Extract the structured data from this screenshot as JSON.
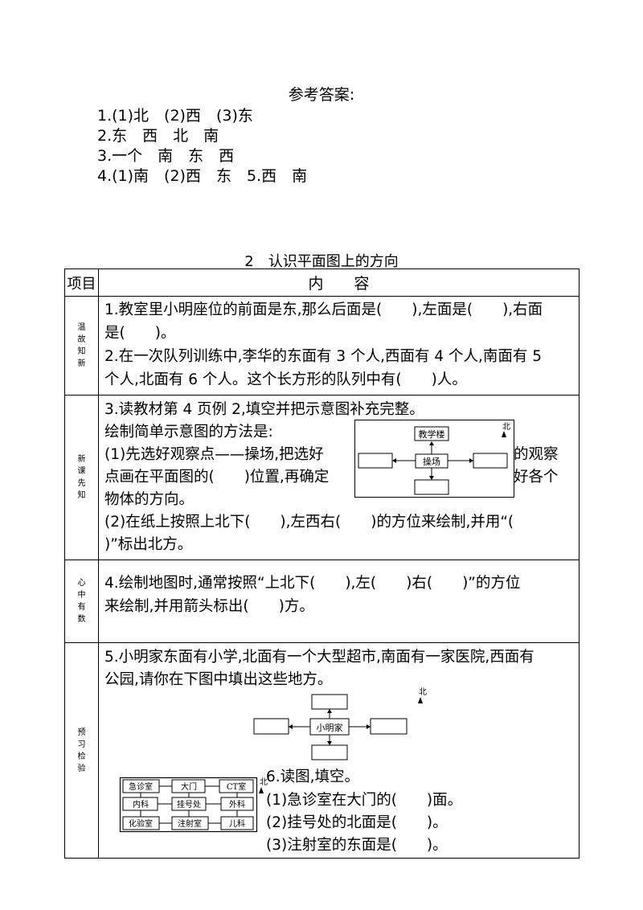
{
  "answers": {
    "title": "参考答案:",
    "lines": [
      "1.(1)北　(2)西　(3)东",
      "2.东　西　北　南",
      "3.一个　南　东　西",
      "4.(1)南　(2)西　东　5.西　南"
    ]
  },
  "section_title": "2　认识平面图上的方向",
  "table": {
    "header": {
      "col1": "项目",
      "col2": "内　　容"
    },
    "rows": [
      {
        "category": [
          "温",
          "故",
          "知",
          "新"
        ],
        "lines": [
          "1.教室里小明座位的前面是东,那么后面是(　　),左面是(　　),右面",
          "是(　　)。",
          "2.在一次队列训练中,李华的东面有 3 个人,西面有 4 个人,南面有 5",
          "个人,北面有 6 个人。这个长方形的队列中有(　　)人。"
        ]
      },
      {
        "category": [
          "新",
          "课",
          "先",
          "知"
        ],
        "lines": [
          "3.读教材第 4 页例 2,填空并把示意图补充完整。",
          "绘制简单示意图的方法是:",
          "(1)先选好观察点——操场,把选好",
          "点画在平面图的(　　)位置,再确定",
          "物体的方向。",
          "(2)在纸上按照上北下(　　),左西右(　　)的方位来绘制,并用“(",
          ")”标出北方。"
        ],
        "right_fragments": [
          "的观察",
          "好各个"
        ],
        "diagram": {
          "top": "教学楼",
          "center": "操场",
          "north": "北"
        }
      },
      {
        "category": [
          "心",
          "中",
          "有",
          "数"
        ],
        "lines": [
          "4.绘制地图时,通常按照“上北下(　　),左(　　)右(　　)”的方位",
          "来绘制,并用箭头标出(　　)方。"
        ]
      },
      {
        "category": [
          "预",
          "习",
          "检",
          "验"
        ],
        "lines": [
          "5.小明家东面有小学,北面有一个大型超市,南面有一家医院,西面有",
          "公园,请你在下图中填出这些地方。"
        ],
        "diagram": {
          "center": "小明家",
          "north": "北"
        },
        "q6": [
          "6.读图,填空。",
          "(1)急诊室在大门的(　　)面。",
          "(2)挂号处的北面是(　　)。",
          "(3)注射室的东面是(　　)。"
        ],
        "hospital": {
          "north": "北",
          "grid": [
            [
              "急诊室",
              "大门",
              "CT室"
            ],
            [
              "内科",
              "挂号处",
              "外科"
            ],
            [
              "化验室",
              "注射室",
              "儿科"
            ]
          ]
        }
      }
    ]
  }
}
